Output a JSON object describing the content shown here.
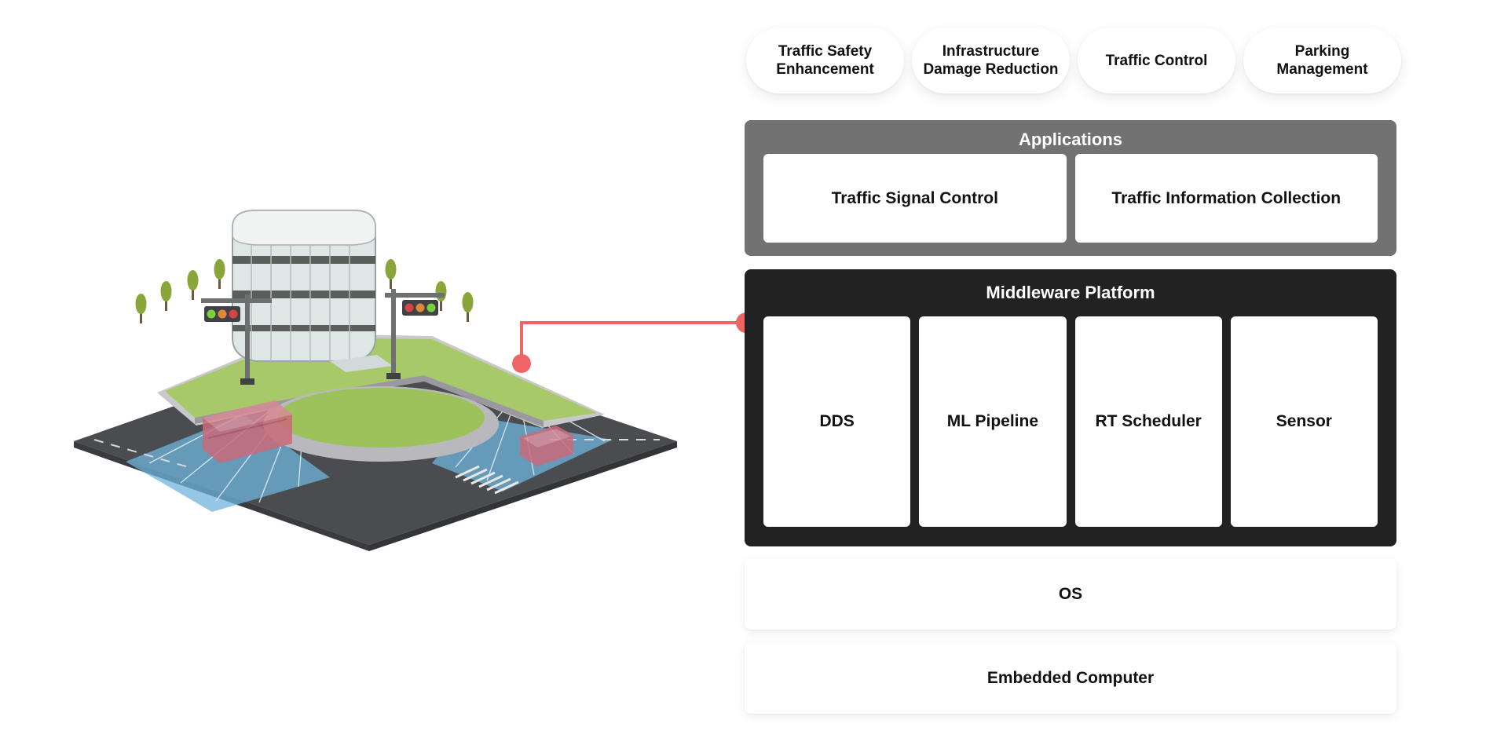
{
  "benefits": [
    {
      "label": "Traffic Safety\nEnhancement"
    },
    {
      "label": "Infrastructure\nDamage Reduction"
    },
    {
      "label": "Traffic Control"
    },
    {
      "label": "Parking\nManagement"
    }
  ],
  "applications": {
    "title": "Applications",
    "items": [
      {
        "label": "Traffic Signal Control"
      },
      {
        "label": "Traffic Information Collection"
      }
    ]
  },
  "middleware": {
    "title": "Middleware Platform",
    "items": [
      {
        "label": "DDS"
      },
      {
        "label": "ML Pipeline"
      },
      {
        "label": "RT Scheduler"
      },
      {
        "label": "Sensor"
      }
    ]
  },
  "os": {
    "label": "OS"
  },
  "embedded": {
    "label": "Embedded Computer"
  },
  "colors": {
    "applications_bg": "#727272",
    "middleware_bg": "#222222",
    "connector": "#ef6464",
    "sensor_zone": "#6fb4dc",
    "vehicle": "#c96a7a"
  },
  "illustration": {
    "subject": "isometric smart intersection with building, traffic lights, sensor coverage zones and vehicles"
  }
}
